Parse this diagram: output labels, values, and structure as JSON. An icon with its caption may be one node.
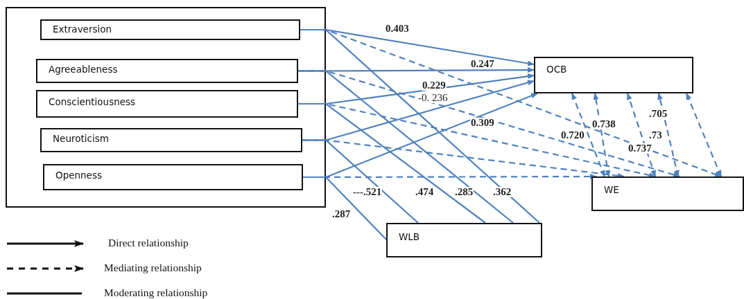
{
  "diagram": {
    "nodes": [
      {
        "text": [],
        "shape": "box"
      },
      {
        "text": [
          "Extraversion"
        ],
        "in": 0
      },
      {
        "text": [
          "Agreeableness"
        ],
        "in": 0
      },
      {
        "text": [
          "Conscientiousness"
        ],
        "in": 0
      },
      {
        "text": [
          "Neuroticism"
        ],
        "in": 0
      },
      {
        "text": [
          "Openness"
        ],
        "in": 0
      },
      {
        "text": [
          "OCB"
        ]
      },
      {
        "text": [
          "WE"
        ]
      },
      {
        "text": [
          "WLB"
        ]
      }
    ],
    "edges": [
      {
        "from": 1,
        "to": 6,
        "arrow": "to",
        "label": "0.403"
      },
      {
        "from": 2,
        "to": 6,
        "arrow": "to",
        "label": "0.247"
      },
      {
        "from": 3,
        "to": 6,
        "arrow": "to",
        "label": "0.229"
      },
      {
        "from": 4,
        "to": 6,
        "arrow": "to",
        "label": "-0. 236"
      },
      {
        "from": 5,
        "to": 6,
        "arrow": "to",
        "label": "0.309"
      },
      {
        "from": 1,
        "to": 7,
        "arrow": "to",
        "style": "dashed",
        "label": "0.737"
      },
      {
        "from": 2,
        "to": 7,
        "arrow": "to",
        "style": "dashed"
      },
      {
        "from": 3,
        "to": 7,
        "arrow": "to",
        "style": "dashed"
      },
      {
        "from": 4,
        "to": 7,
        "arrow": "to",
        "style": "dashed"
      },
      {
        "from": 5,
        "to": 7,
        "arrow": "to",
        "style": "dashed"
      },
      {
        "from": 7,
        "to": 6,
        "arrow": "both",
        "style": "dashed",
        "label": "0.720"
      },
      {
        "from": 7,
        "to": 6,
        "arrow": "both",
        "style": "dashed",
        "label": "0.738"
      },
      {
        "from": 7,
        "to": 6,
        "arrow": "both",
        "style": "dashed",
        "label": ".73"
      },
      {
        "from": 7,
        "to": 6,
        "arrow": "both",
        "style": "dashed",
        "label": ".705"
      },
      {
        "from": 7,
        "to": 6,
        "arrow": "both",
        "style": "dashed"
      },
      {
        "from": 1,
        "to": 8,
        "arrow": "none",
        "label": ".362"
      },
      {
        "from": 2,
        "to": 8,
        "arrow": "none",
        "label": ".285"
      },
      {
        "from": 3,
        "to": 8,
        "arrow": "none",
        "label": ".474"
      },
      {
        "from": 4,
        "to": 8,
        "arrow": "none",
        "label": "---.521"
      },
      {
        "from": 5,
        "to": 8,
        "arrow": "none",
        "label": ".287"
      }
    ],
    "legend": [
      {
        "text": "Direct relationship"
      },
      {
        "text": "Mediating relationship"
      },
      {
        "text": "Moderating relationship"
      }
    ]
  }
}
